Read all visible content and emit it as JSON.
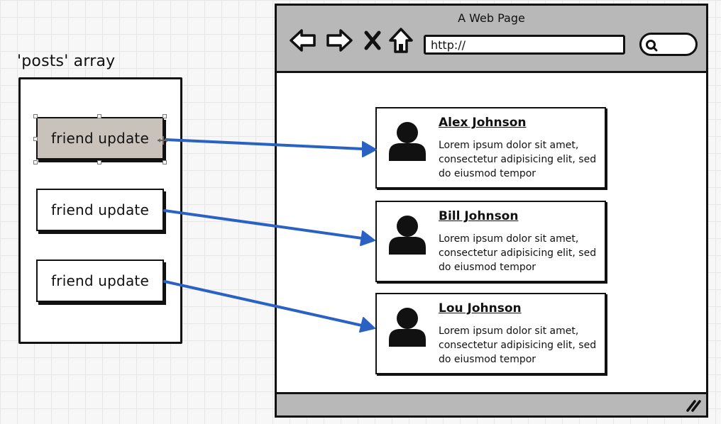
{
  "array_panel": {
    "label": "'posts' array",
    "items": [
      "friend update",
      "friend update",
      "friend update"
    ]
  },
  "browser": {
    "title": "A Web Page",
    "url": "http://",
    "nav_icons": [
      "back-arrow-icon",
      "forward-arrow-icon",
      "stop-x-icon",
      "home-icon"
    ],
    "search_icon": "search-icon",
    "resize_icon": "resize-grip-icon"
  },
  "posts": [
    {
      "name": "Alex Johnson",
      "text": "Lorem ipsum dolor sit amet, consectetur adipisicing elit, sed do eiusmod tempor"
    },
    {
      "name": "Bill Johnson",
      "text": "Lorem ipsum dolor sit amet, consectetur adipisicing elit, sed do eiusmod tempor"
    },
    {
      "name": "Lou Johnson",
      "text": "Lorem ipsum dolor sit amet, consectetur adipisicing elit, sed do eiusmod tempor"
    }
  ],
  "colors": {
    "arrow": "#2a62c4",
    "selected_item": "#c9c2bb",
    "browser_chrome": "#b8b8b8"
  }
}
